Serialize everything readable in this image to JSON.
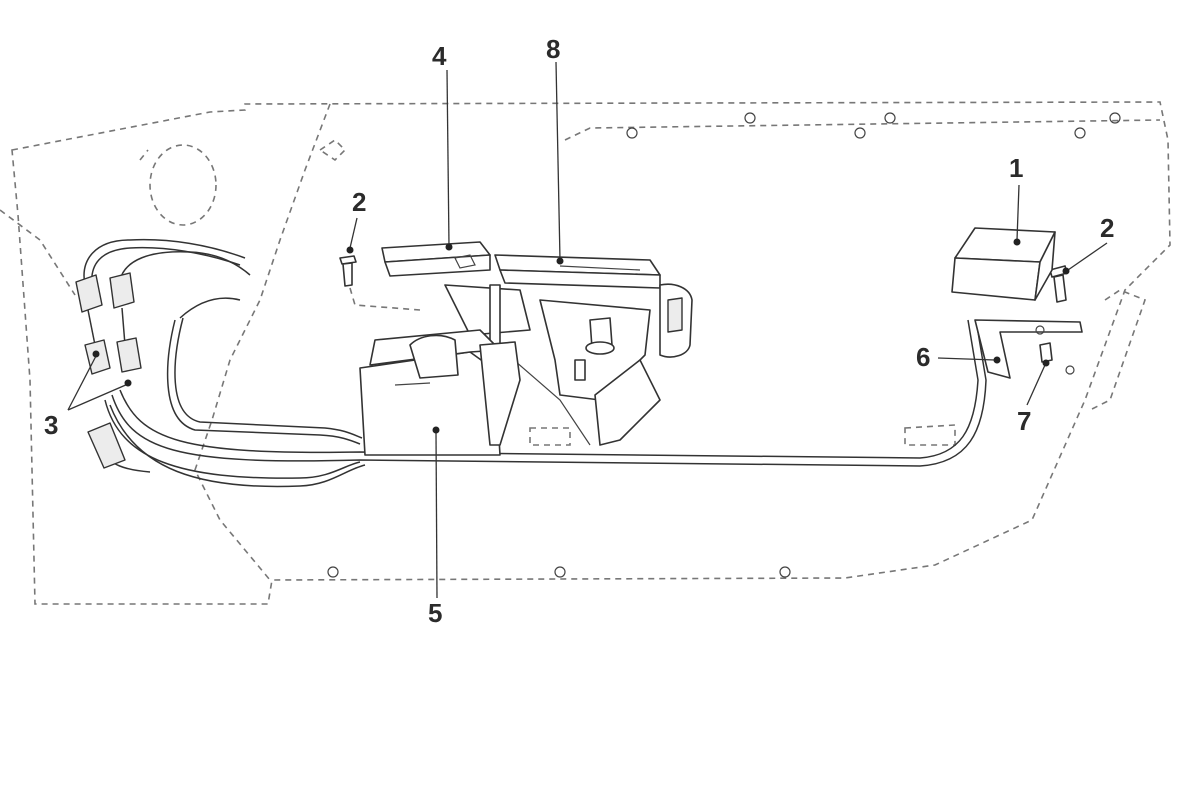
{
  "callouts": [
    {
      "id": "1",
      "label": "1"
    },
    {
      "id": "2",
      "label": "2"
    },
    {
      "id": "3",
      "label": "3"
    },
    {
      "id": "4",
      "label": "4"
    },
    {
      "id": "5",
      "label": "5"
    },
    {
      "id": "6",
      "label": "6"
    },
    {
      "id": "7",
      "label": "7"
    },
    {
      "id": "8",
      "label": "8"
    }
  ],
  "colors": {
    "line": "#333333",
    "dashed_outline": "#777777",
    "background": "#ffffff"
  }
}
